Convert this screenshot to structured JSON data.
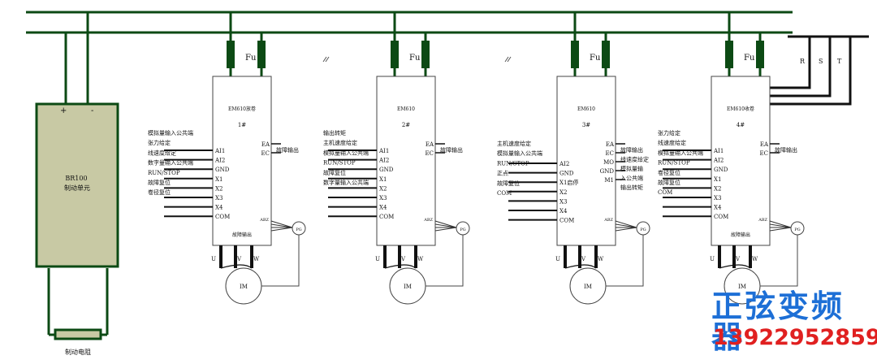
{
  "diagram": {
    "supply": {
      "r": "R",
      "s": "S",
      "t": "T"
    },
    "brake_unit": {
      "plus": "+",
      "minus": "-",
      "model": "BR100",
      "name": "制动单元"
    },
    "brake_resistor": "制动电阻",
    "fuse_label": "Fu",
    "plus": "+",
    "minus": "-",
    "motor": "IM",
    "pg": "PG",
    "uvw": [
      "U",
      "V",
      "W"
    ],
    "drives": [
      {
        "title": "EM610放卷",
        "num": "1#",
        "left_terminals": [
          "AI1",
          "AI2",
          "GND",
          "X1",
          "X2",
          "X3",
          "X4",
          "COM"
        ],
        "right_terminals": [
          "EA",
          "EC"
        ],
        "left_labels": [
          "模拟量输入公共端",
          "张力给定",
          "线速度给定",
          "数字量输入公共端",
          "RUN/STOP",
          "故障复位",
          "卷径复位"
        ],
        "right_labels": [
          "故障输出"
        ],
        "bottom": "故障输出",
        "pg_terminals": "ABZ"
      },
      {
        "title": "EM610",
        "num": "2#",
        "left_terminals": [
          "AI1",
          "AI2",
          "GND",
          "X1",
          "X2",
          "X3",
          "X4",
          "COM"
        ],
        "right_terminals": [
          "EA",
          "EC"
        ],
        "left_labels": [
          "输出转矩",
          "主机速度给定",
          "模拟量输入公共端",
          "RUN/STOP",
          "故障复位",
          "数字量输入公共端"
        ],
        "right_labels": [
          "故障输出"
        ],
        "bottom": "",
        "pg_terminals": "ABZ"
      },
      {
        "title": "EM610",
        "num": "3#",
        "left_terminals": [
          "AI2",
          "GND",
          "X1启停",
          "X2",
          "X3",
          "X4",
          "COM"
        ],
        "right_terminals": [
          "EA",
          "EC",
          "MO",
          "GND",
          "M1"
        ],
        "left_labels": [
          "主机速度给定",
          "模拟量输入公共端",
          "RUN/STOP",
          "正点",
          "故障复位",
          "COM"
        ],
        "right_labels": [
          "故障输出",
          "线速度给定",
          "模拟量输",
          "入公共端",
          "输出转矩"
        ],
        "bottom": "",
        "pg_terminals": "ABZ"
      },
      {
        "title": "EM610收卷",
        "num": "4#",
        "left_terminals": [
          "AI1",
          "AI2",
          "GND",
          "X1",
          "X2",
          "X3",
          "X4",
          "COM"
        ],
        "right_terminals": [
          "EA",
          "EC"
        ],
        "left_labels": [
          "张力给定",
          "线速度给定",
          "模拟量输入公共端",
          "RUN/STOP",
          "卷径复位",
          "故障复位",
          "COM"
        ],
        "right_labels": [
          "故障输出"
        ],
        "bottom": "故障输出",
        "pg_terminals": "ABZ"
      }
    ]
  },
  "brand": {
    "name": "正弦变频器",
    "phone": "13922952859"
  }
}
